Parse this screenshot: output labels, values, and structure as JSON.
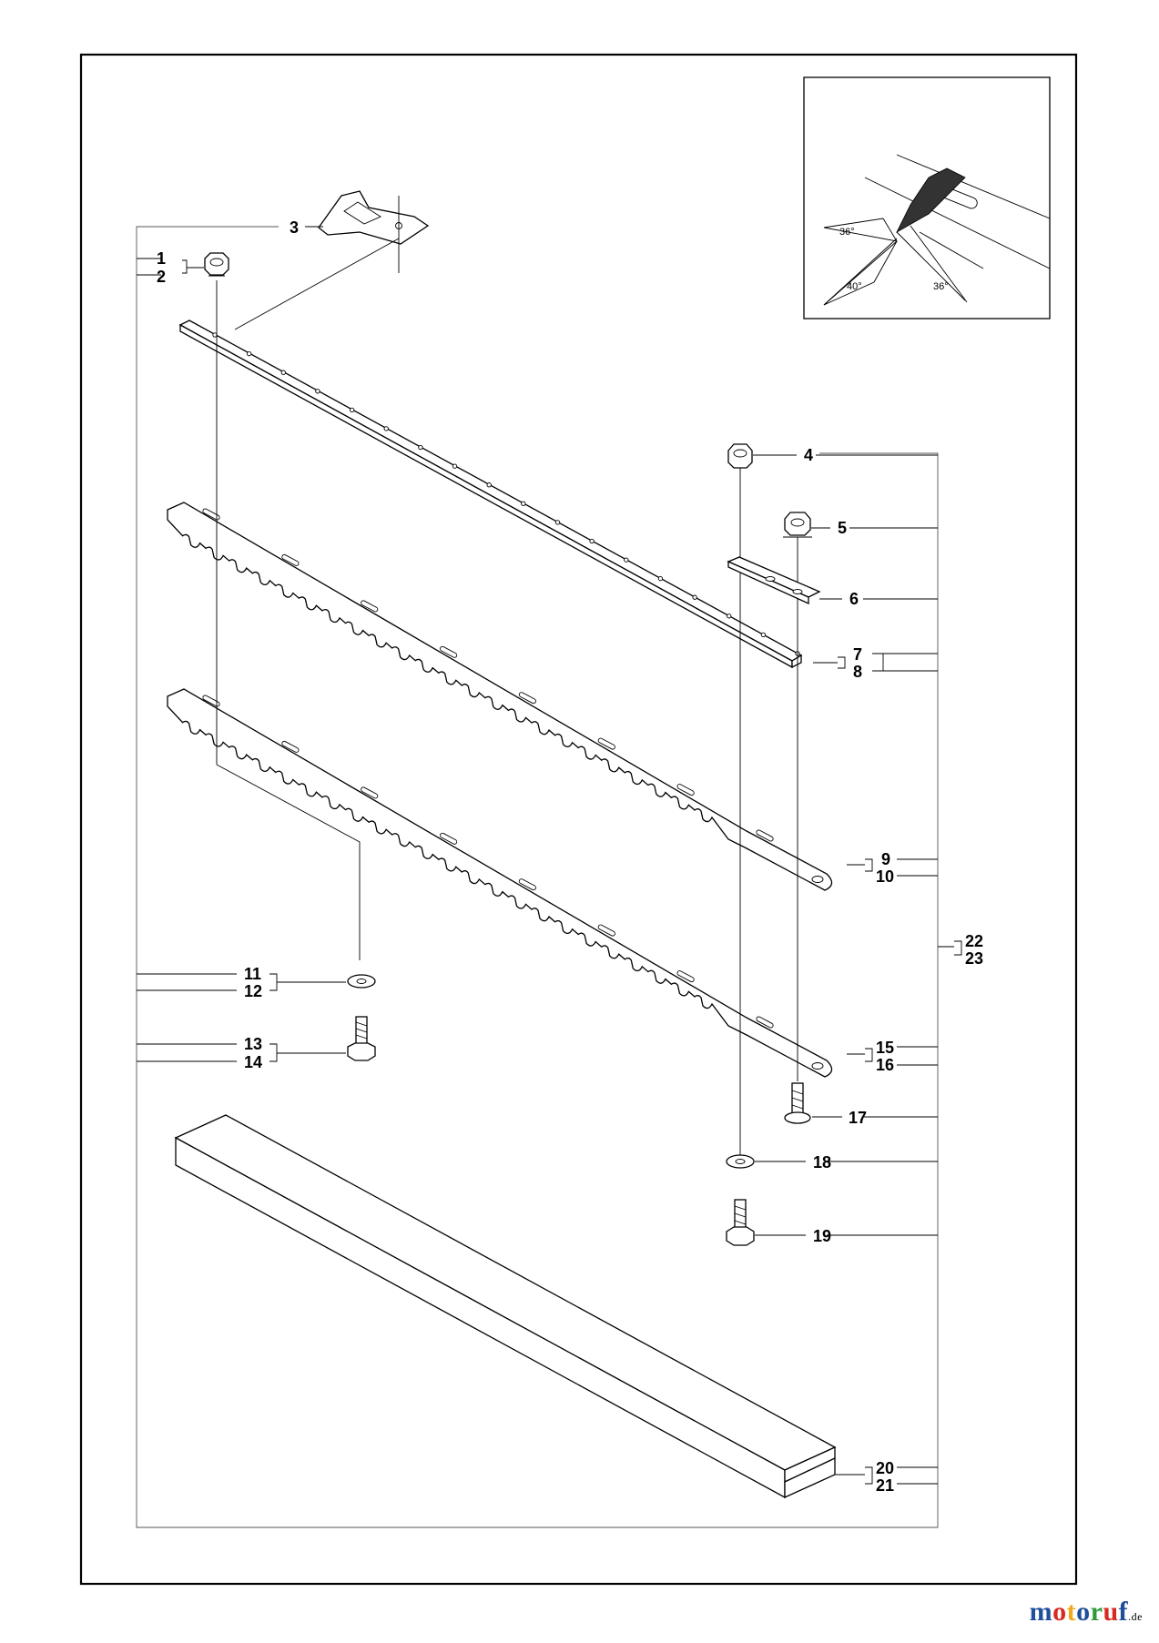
{
  "diagram": {
    "callouts": [
      {
        "id": "1",
        "label": "1"
      },
      {
        "id": "2",
        "label": "2"
      },
      {
        "id": "3",
        "label": "3"
      },
      {
        "id": "4",
        "label": "4"
      },
      {
        "id": "5",
        "label": "5"
      },
      {
        "id": "6",
        "label": "6"
      },
      {
        "id": "7",
        "label": "7"
      },
      {
        "id": "8",
        "label": "8"
      },
      {
        "id": "9",
        "label": "9"
      },
      {
        "id": "10",
        "label": "10"
      },
      {
        "id": "11",
        "label": "11"
      },
      {
        "id": "12",
        "label": "12"
      },
      {
        "id": "13",
        "label": "13"
      },
      {
        "id": "14",
        "label": "14"
      },
      {
        "id": "15",
        "label": "15"
      },
      {
        "id": "16",
        "label": "16"
      },
      {
        "id": "17",
        "label": "17"
      },
      {
        "id": "18",
        "label": "18"
      },
      {
        "id": "19",
        "label": "19"
      },
      {
        "id": "20",
        "label": "20"
      },
      {
        "id": "21",
        "label": "21"
      },
      {
        "id": "22",
        "label": "22"
      },
      {
        "id": "23",
        "label": "23"
      }
    ],
    "inset": {
      "angles": [
        "36°",
        "40°",
        "36°"
      ]
    }
  },
  "watermark": {
    "letters": [
      "m",
      "o",
      "t",
      "o",
      "r",
      "u",
      "f"
    ],
    "colors": [
      "#1f4e9a",
      "#d82a20",
      "#f0a81c",
      "#1f4e9a",
      "#2f9a3a",
      "#d82a20",
      "#1f4e9a"
    ],
    "suffix": ".de"
  }
}
